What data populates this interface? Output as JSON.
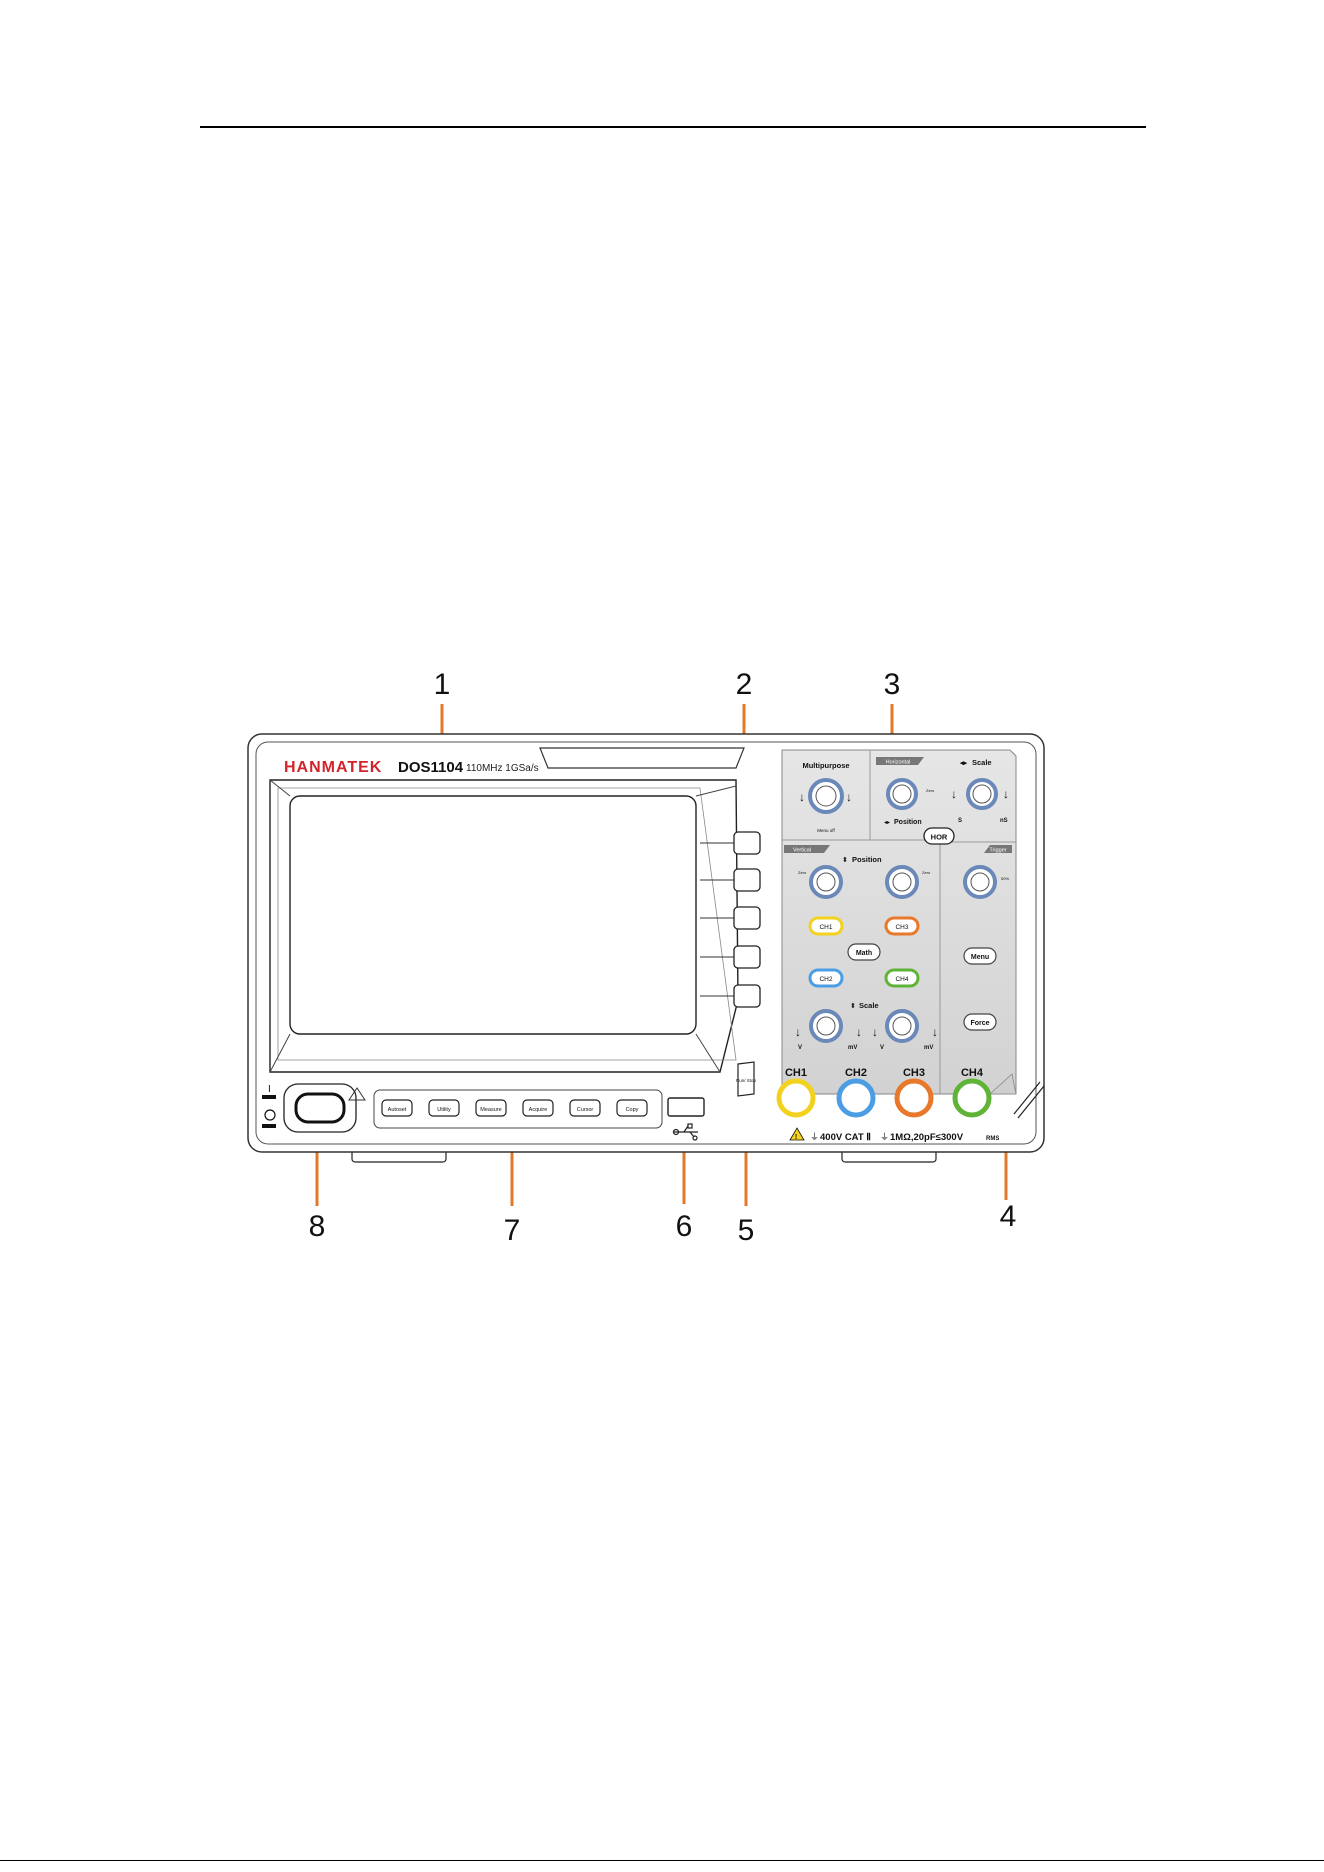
{
  "brand": {
    "logo": "HANMATEK",
    "model": "DOS1104",
    "spec": "110MHz 1GSa/s"
  },
  "callouts": [
    "1",
    "2",
    "3",
    "4",
    "5",
    "6",
    "7",
    "8"
  ],
  "control_panel": {
    "multipurpose_label": "Multipurpose",
    "multipurpose_push_label": "Menu off",
    "horizontal_tab": "Horizontal",
    "scale_label": "Scale",
    "position_label": "Position",
    "time_unit_left": "S",
    "time_unit_right": "nS",
    "horizontal_zero": "Zero",
    "hor_button": "HOR",
    "vertical_tab": "Vertical",
    "vertical_position_label": "Position",
    "vertical_zero": "Zero",
    "trigger_tab": "Trigger",
    "trigger_level_pct": "50%",
    "ch1": "CH1",
    "ch2": "CH2",
    "ch3": "CH3",
    "ch4": "CH4",
    "math": "Math",
    "menu": "Menu",
    "force": "Force",
    "vertical_scale_label": "Scale",
    "unit_v": "V",
    "unit_mv": "mV"
  },
  "inputs": {
    "ch1": "CH1",
    "ch2": "CH2",
    "ch3": "CH3",
    "ch4": "CH4",
    "rating_left": "400V CAT Ⅱ",
    "rating_right": "1MΩ,20pF≤300V",
    "rating_right_suffix": "RMS",
    "run_stop": "Run/ Stop"
  },
  "bottom_buttons": [
    "Autoset",
    "Utility",
    "Measure",
    "Acquire",
    "Cursor",
    "Copy"
  ],
  "colors": {
    "accent_orange": "#e07a2a",
    "ch1": "#f2d21f",
    "ch2": "#4b9ee3",
    "ch3": "#e8782a",
    "ch4": "#5fb336",
    "panel_gray": "#dcdcdc"
  }
}
